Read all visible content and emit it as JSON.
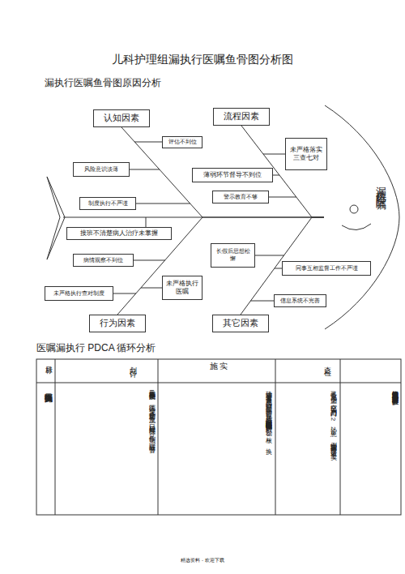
{
  "diagram": {
    "title": "儿科护理组漏执行医嘱鱼骨图分析图",
    "nodes": [
      {
        "text": [
          "认知因素"
        ]
      },
      {
        "text": [
          "流程因素"
        ]
      },
      {
        "text": [
          "评估不到位"
        ]
      },
      {
        "text": [
          "未严格落实三查七对"
        ]
      },
      {
        "text": [
          "风险意识淡薄"
        ]
      },
      {
        "text": [
          "薄弱环节督导不到位"
        ]
      },
      {
        "text": [
          "警示教育不够"
        ]
      },
      {
        "text": [
          "制度执行不严谨"
        ]
      },
      {
        "text": [
          "漏执行医嘱"
        ]
      },
      {
        "text": [
          "接班不清楚病人治疗未掌握"
        ]
      },
      {
        "text": [
          "长假后思想松懈"
        ]
      },
      {
        "text": [
          "病情观察不到位"
        ]
      },
      {
        "text": [
          "同事互相监督工作不严谨"
        ]
      },
      {
        "text": [
          "未严格执行医嘱"
        ]
      },
      {
        "text": [
          "未严格执行查对制度"
        ]
      },
      {
        "text": [
          "信息系统不完善"
        ]
      },
      {
        "text": [
          "行为因素"
        ]
      },
      {
        "text": [
          "其它因素"
        ]
      }
    ],
    "edges": [
      {
        "from": 0,
        "to": 8,
        "arrow": "none"
      },
      {
        "from": 1,
        "to": 8,
        "arrow": "none"
      },
      {
        "from": 16,
        "to": 8,
        "arrow": "none"
      },
      {
        "from": 17,
        "to": 8,
        "arrow": "none"
      }
    ],
    "labels": [
      "漏执行医嘱鱼骨图原因分析",
      "医嘱漏执行 PDCA 循环分析",
      "目标",
      "划 巳 计",
      "施 实",
      "查 检",
      "医嘱漏执行降为二",
      "知工率班 流质作环的 IIO 德医 交 现 点 护士 析 度流 O 口 程知 程医 1 制作 流 3 程随 节督",
      "寸确 交 考着竹交 并 患 凸头 习 解 徘学 曲 护 师 规 患 杯 换 相嘱漏交妙 吐格医断嘱入 护握汽 对产 依 制 2 核 3 4 换",
      "己看 古 见 倒重 P 空 巳 用户 凸门乃 1 ~ 2 护 患 2 3 例 落实护理 修 措 诸 落 实",
      "组人知作行改错业 期理论工挑察 定护过进社误 护理医的科析改 护理员不万",
      "精选资料 - 欢迎下载"
    ]
  }
}
